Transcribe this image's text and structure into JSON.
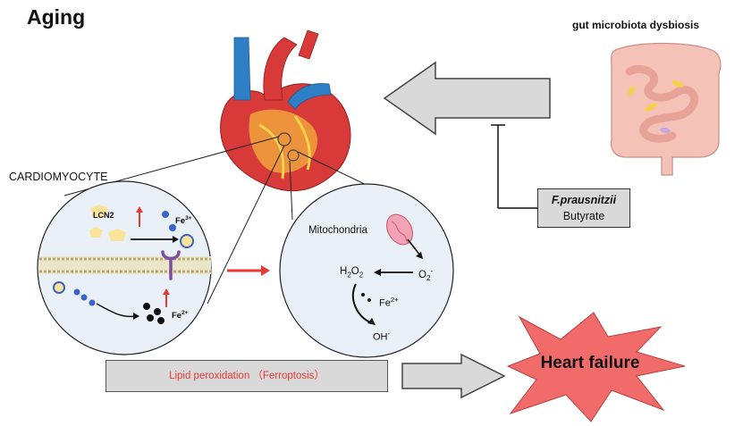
{
  "title": "Aging",
  "gut_label": "gut microbiota dysbiosis",
  "cell_label": "CARDIOMYOCYTE",
  "bacteria_box": {
    "name": "F.prausnitzii",
    "metabolite": "Butyrate"
  },
  "membrane_panel": {
    "protein": "LCN2",
    "ion_top": "Fe",
    "ion_top_sup": "3+",
    "ion_bottom": "Fe",
    "ion_bottom_sup": "2+"
  },
  "mitochondria_panel": {
    "organelle": "Mitochondria",
    "h2o2": "H",
    "h2o2_sub": "2",
    "h2o2_mid": "O",
    "h2o2_sub2": "2",
    "superoxide": "O",
    "superoxide_sub": "2",
    "superoxide_sup": "-",
    "iron": "Fe",
    "iron_sup": "2+",
    "hydroxyl": "OH",
    "hydroxyl_sup": "-"
  },
  "lipid_box": "Lipid peroxidation （Ferroptosis）",
  "outcome": "Heart failure",
  "colors": {
    "accent_red": "#e53935",
    "arrow_gray": "#d9d9d9",
    "heart_red": "#d83a3a",
    "vessel_blue": "#2f7fc6",
    "burst_red": "#f26b6b",
    "iron_blue": "#3a63c7",
    "lcn2_yellow": "#fbe39a",
    "receptor_purple": "#7b4ea3"
  }
}
